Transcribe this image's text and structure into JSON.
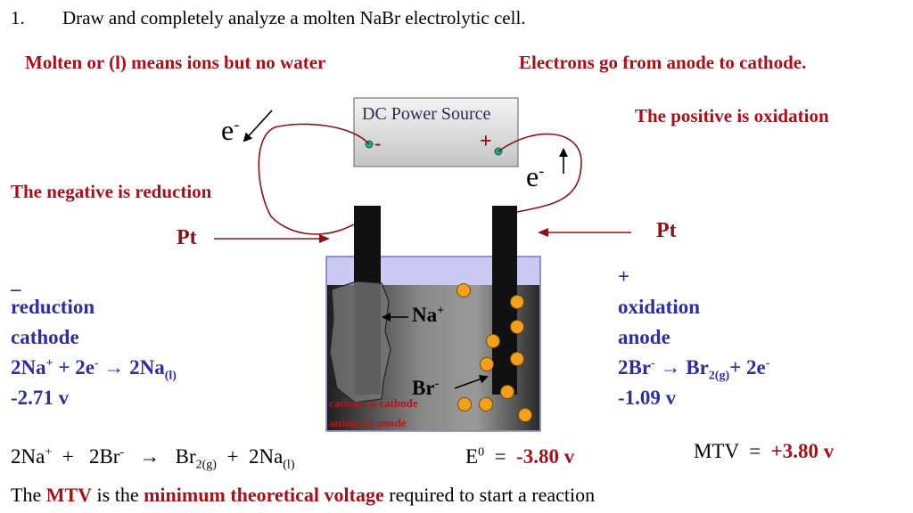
{
  "colors": {
    "title_red": "#a3121b",
    "label_blue": "#2e2e9f",
    "wire": "#8b1118",
    "bead_orange": "#f2a01e",
    "terminal_teal": "#2aa58a"
  },
  "header": {
    "number": "1.",
    "question": "Draw and completely analyze a molten NaBr electrolytic cell."
  },
  "notes": {
    "molten": "Molten or (l) means ions but no water",
    "electron_flow": "Electrons go from anode to cathode.",
    "positive": "The positive is oxidation",
    "negative": "The negative is reduction"
  },
  "power_source": {
    "label": "DC  Power Source",
    "minus": "-",
    "plus": "+"
  },
  "electrons": {
    "left_e": "e",
    "left_sup": "-",
    "right_e": "e",
    "right_sup": "-"
  },
  "electrodes": {
    "left_label": "Pt",
    "right_label": "Pt"
  },
  "ions": {
    "na": "Na",
    "na_sup": "+",
    "br": "Br",
    "br_sup": "-",
    "cations_note": "cations to cathode",
    "anions_note": "anions to anode"
  },
  "cathode": {
    "sign": "_",
    "process": "reduction",
    "name": "cathode",
    "eq_a": "2Na",
    "eq_a_sup": "+",
    "eq_b": " + 2e",
    "eq_b_sup": "-",
    "eq_arrow": " → 2Na",
    "eq_sub": "(l)",
    "potential": "-2.71 v"
  },
  "anode": {
    "sign": "+",
    "process": "oxidation",
    "name": "anode",
    "eq_a": "2Br",
    "eq_a_sup": "-",
    "eq_arrow": " → Br",
    "eq_sub": "2(g)",
    "eq_b": "+ 2e",
    "eq_b_sup": "-",
    "potential": "-1.09 v"
  },
  "overall": {
    "p1": "2Na",
    "p1_sup": "+",
    "p2": "  +   2Br",
    "p2_sup": "-",
    "p3": "   →   Br",
    "p3_sub": "2(g)",
    "p4": "  +  2Na",
    "p4_sub": "(l)",
    "e0_label": "E",
    "e0_sup": "0",
    "e0_eq": "  =  ",
    "e0_value": "-3.80 v",
    "mtv_label": "MTV  =  ",
    "mtv_value": "+3.80 v"
  },
  "footer": {
    "t1": "The ",
    "t2": "MTV",
    "t3": " is the ",
    "t4": "minimum theoretical voltage",
    "t5": " required to start a reaction"
  }
}
